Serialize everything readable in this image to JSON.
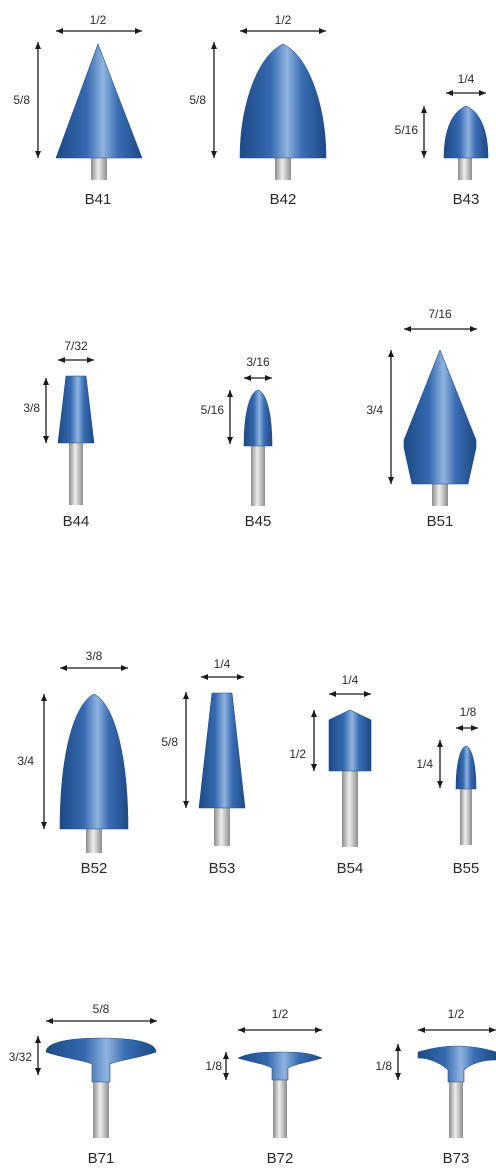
{
  "items": [
    {
      "code": "B41",
      "width": "1/2",
      "height": "5/8"
    },
    {
      "code": "B42",
      "width": "1/2",
      "height": "5/8"
    },
    {
      "code": "B43",
      "width": "1/4",
      "height": "5/16"
    },
    {
      "code": "B44",
      "width": "7/32",
      "height": "3/8"
    },
    {
      "code": "B45",
      "width": "3/16",
      "height": "5/16"
    },
    {
      "code": "B51",
      "width": "7/16",
      "height": "3/4"
    },
    {
      "code": "B52",
      "width": "3/8",
      "height": "3/4"
    },
    {
      "code": "B53",
      "width": "1/4",
      "height": "5/8"
    },
    {
      "code": "B54",
      "width": "1/4",
      "height": "1/2"
    },
    {
      "code": "B55",
      "width": "1/8",
      "height": "1/4"
    },
    {
      "code": "B71",
      "width": "5/8",
      "height": "3/32"
    },
    {
      "code": "B72",
      "width": "1/2",
      "height": "1/8"
    },
    {
      "code": "B73",
      "width": "1/2",
      "height": "1/8"
    }
  ],
  "colors": {
    "stone": "#2f63a8",
    "stone_dark": "#1f4c88",
    "stone_light": "#7ea6d6",
    "shank": "#9a9a9a",
    "shank_light": "#e4e4e4"
  }
}
